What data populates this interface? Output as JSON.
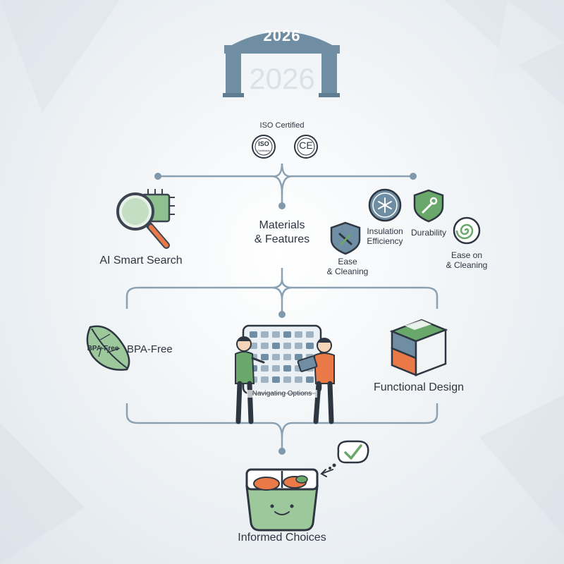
{
  "header": {
    "year": "2026",
    "year_shadow": "2026",
    "certified_label": "ISO Certified",
    "iso_badge_top": "ISO",
    "iso_badge_bottom": "Certifiable",
    "ce_badge": "CE"
  },
  "left": {
    "ai_search": "AI Smart Search",
    "bpa_leaf_text": "BPA-Free",
    "bpa_free": "BPA-Free"
  },
  "center": {
    "materials_line1": "Materials",
    "materials_line2": "& Features",
    "navigating": "Navigating Options"
  },
  "features": {
    "insulation_line1": "Insulation",
    "insulation_line2": "Efficiency",
    "durability": "Durability",
    "ease_line1": "Ease",
    "ease_line2": "& Cleaning",
    "ease_on_line1": "Ease on",
    "ease_on_line2": "& Cleaning"
  },
  "right": {
    "functional_design": "Functional Design"
  },
  "bottom": {
    "informed_choices": "Informed Choices"
  },
  "colors": {
    "accent_green": "#6aa76a",
    "slate_blue": "#6f8ea3",
    "orange": "#e97a48",
    "line": "#8aa2b4"
  }
}
